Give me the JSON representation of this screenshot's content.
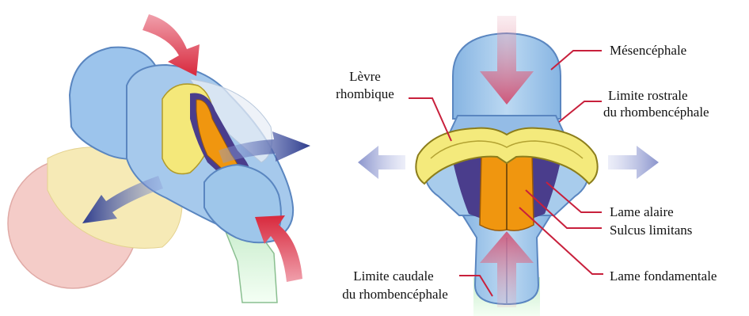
{
  "labels": {
    "mesencephale": "Mésencéphale",
    "limite_rostrale_1": "Limite rostrale",
    "limite_rostrale_2": "du rhombencéphale",
    "levre_1": "Lèvre",
    "levre_2": "rhombique",
    "lame_alaire": "Lame alaire",
    "sulcus": "Sulcus limitans",
    "lame_fondamentale": "Lame fondamentale",
    "limite_caudale_1": "Limite caudale",
    "limite_caudale_2": "du rhombencéphale"
  },
  "colors": {
    "neural_tube": "#a8ccec",
    "neural_tube_dark": "#7fa6d0",
    "rhombic_lip": "#f2ea7a",
    "alar_plate": "#4a3d8c",
    "basal_plate": "#f0960f",
    "leader_line": "#c8203c",
    "arrow_red": "#d8283c",
    "arrow_blue": "#2e3c8c",
    "pink_bulb": "#f2c6c2"
  }
}
